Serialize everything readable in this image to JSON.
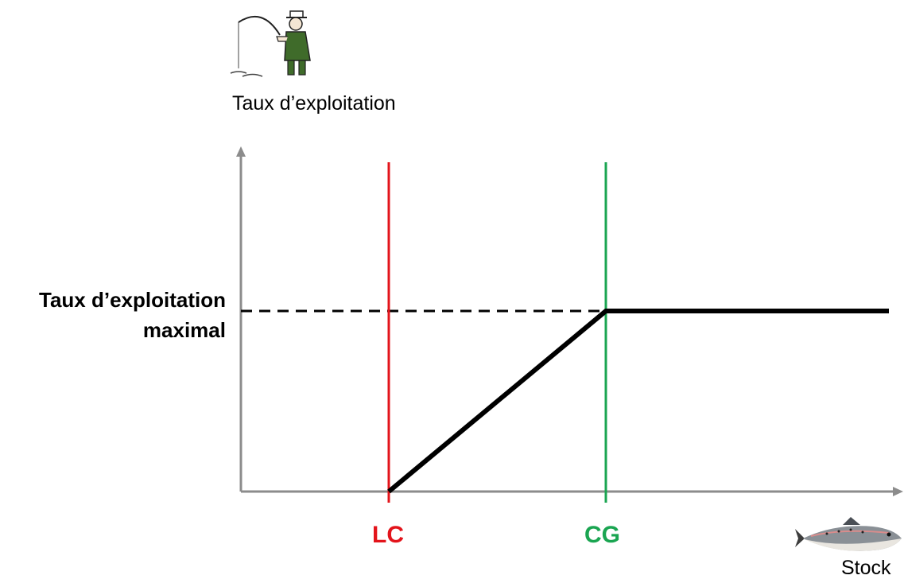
{
  "diagram": {
    "y_axis_label": "Taux d’exploitation",
    "max_rate_label_line1": "Taux d’exploitation",
    "max_rate_label_line2": "maximal",
    "lc_label": "LC",
    "cg_label": "CG",
    "x_axis_label": "Stock",
    "icons": {
      "y_axis": "fisherman-icon",
      "x_axis": "fish-icon"
    },
    "colors": {
      "axis": "#8c8c8c",
      "lc": "#e3141b",
      "cg": "#1aa551",
      "curve": "#000000"
    }
  }
}
